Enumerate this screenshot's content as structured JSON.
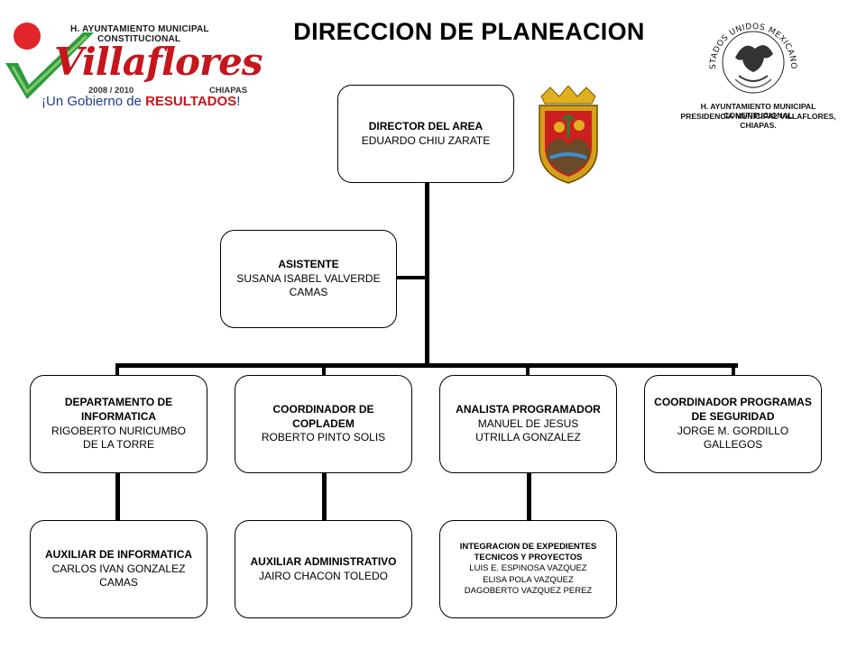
{
  "title": "DIRECCION DE PLANEACION",
  "logo_left": {
    "line1": "H. AYUNTAMIENTO MUNICIPAL",
    "line2": "CONSTITUCIONAL",
    "wordmark": "Villaflores",
    "years": "2008 / 2010",
    "state": "CHIAPAS",
    "slogan_prefix": "¡Un Gobierno de ",
    "slogan_highlight": "RESULTADOS",
    "slogan_suffix": "!"
  },
  "seal": {
    "ring_text": "ESTADOS UNIDOS MEXICANOS"
  },
  "header_right": {
    "line1": "H. AYUNTAMIENTO MUNICIPAL CONSTITUCIONAL",
    "line2": "PRESIDENCIA MUNICIPAL VILLAFLORES, CHIAPAS."
  },
  "org": {
    "director": {
      "title": "DIRECTOR DEL AREA",
      "name": "EDUARDO CHIU ZARATE"
    },
    "assistant": {
      "title": "ASISTENTE",
      "name1": "SUSANA ISABEL VALVERDE",
      "name2": "CAMAS"
    },
    "dept_info": {
      "title1": "DEPARTAMENTO DE",
      "title2": "INFORMATICA",
      "name1": "RIGOBERTO NURICUMBO",
      "name2": "DE LA TORRE"
    },
    "coplade": {
      "title1": "COORDINADOR DE",
      "title2": "COPLADEM",
      "name": "ROBERTO PINTO SOLIS"
    },
    "analista": {
      "title": "ANALISTA PROGRAMADOR",
      "name1": "MANUEL DE JESUS",
      "name2": "UTRILLA GONZALEZ"
    },
    "seguridad": {
      "title1": "COORDINADOR PROGRAMAS",
      "title2": "DE SEGURIDAD",
      "name1": "JORGE M. GORDILLO",
      "name2": "GALLEGOS"
    },
    "aux_info": {
      "title": "AUXILIAR DE INFORMATICA",
      "name1": "CARLOS IVAN GONZALEZ",
      "name2": "CAMAS"
    },
    "aux_admin": {
      "title": "AUXILIAR ADMINISTRATIVO",
      "name": "JAIRO CHACON TOLEDO"
    },
    "expedientes": {
      "title1": "INTEGRACION DE EXPEDIENTES",
      "title2": "TECNICOS Y PROYECTOS",
      "name1": "LUIS E. ESPINOSA VAZQUEZ",
      "name2": "ELISA POLA VAZQUEZ",
      "name3": "DAGOBERTO VAZQUEZ PEREZ"
    }
  },
  "colors": {
    "brand_red": "#c4161c",
    "brand_green": "#2e9a3e",
    "slogan_blue": "#1f3d8c"
  }
}
